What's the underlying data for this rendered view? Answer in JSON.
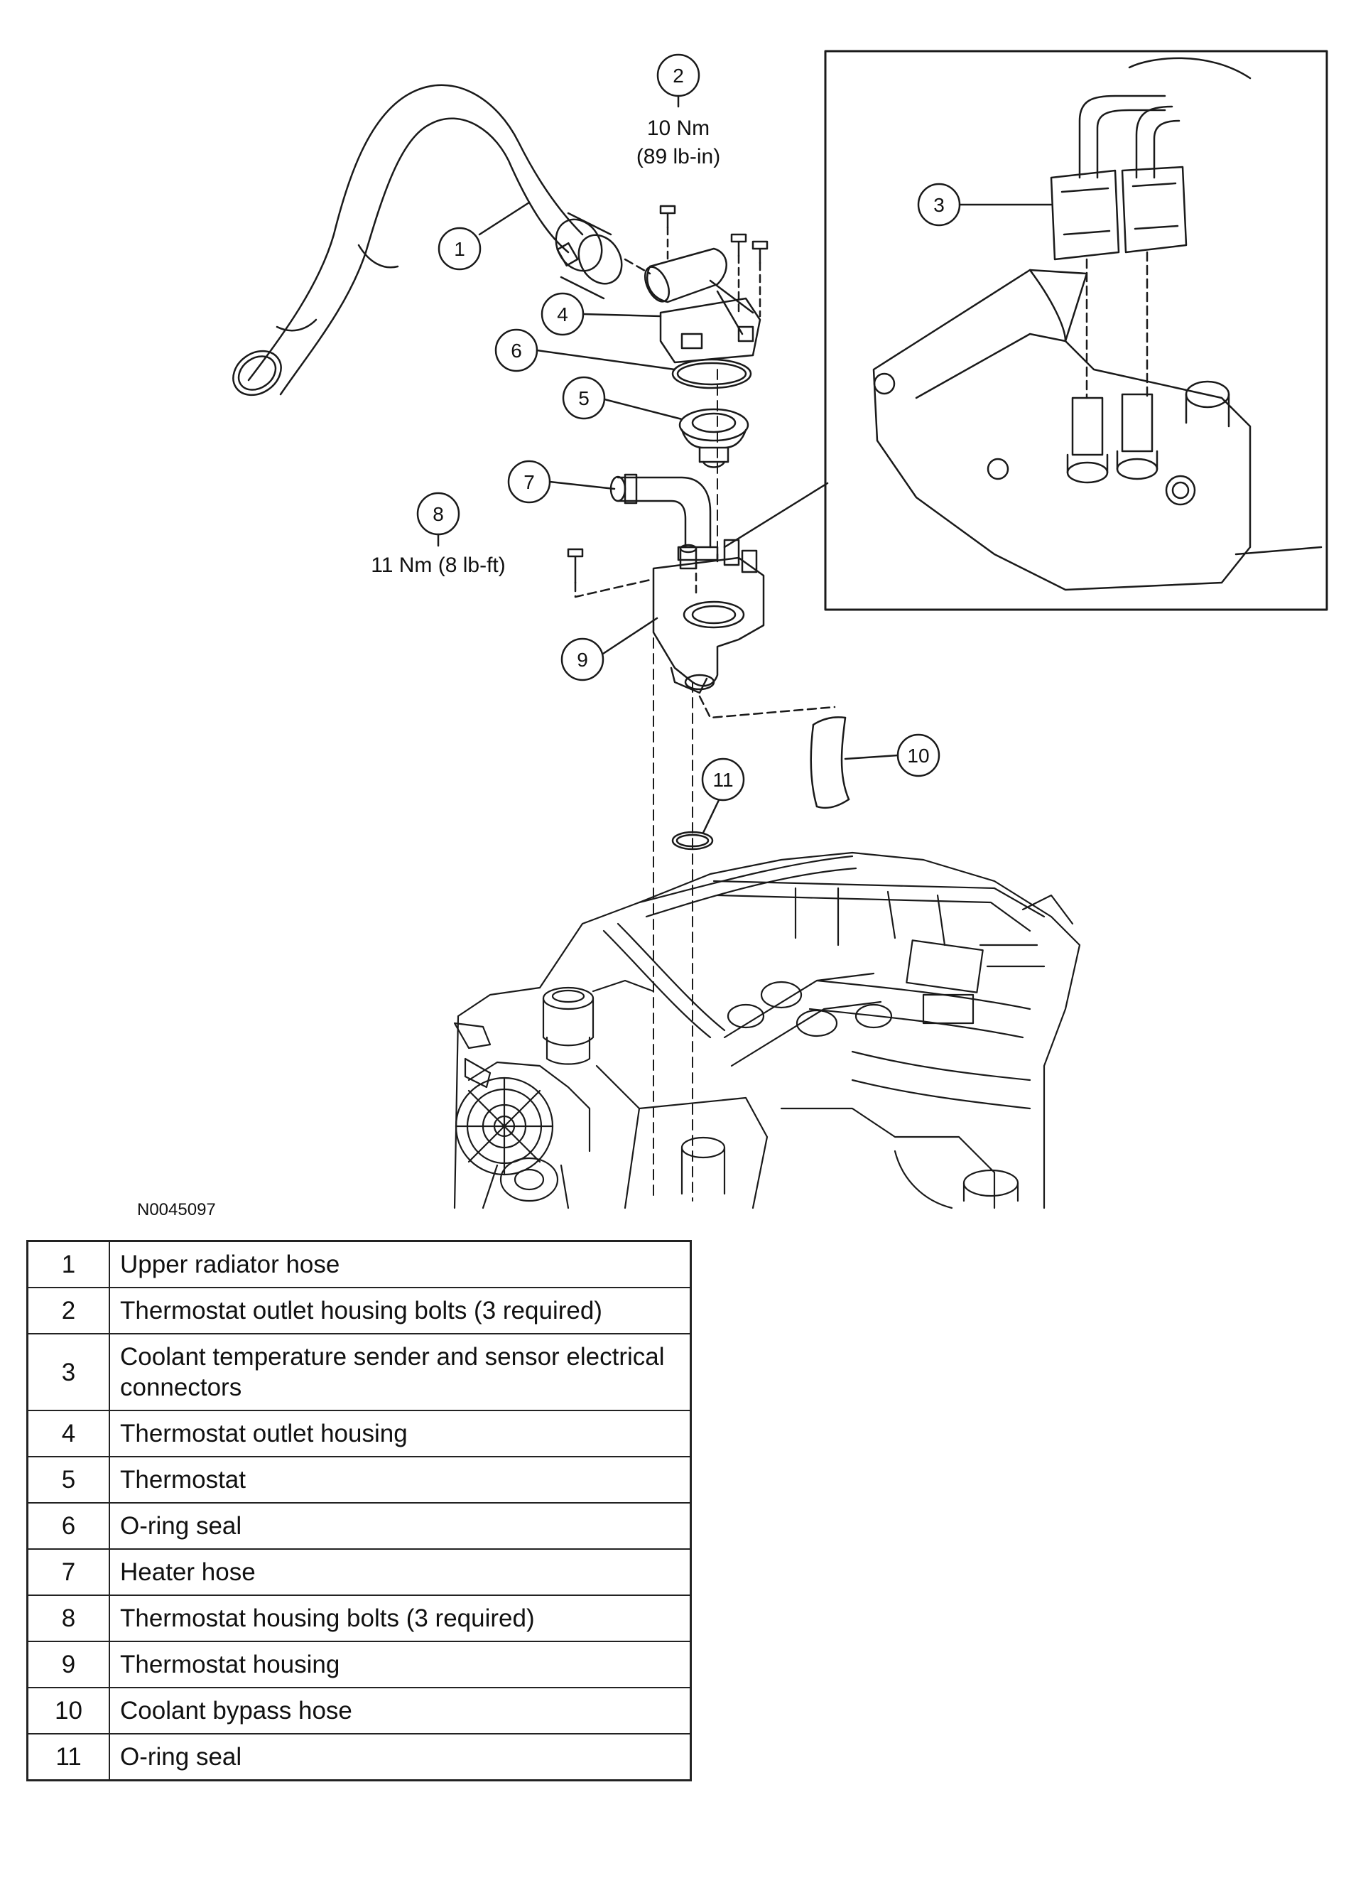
{
  "figure_id": "N0045097",
  "callouts": [
    {
      "number": "1"
    },
    {
      "number": "2",
      "torque_nm": "10 Nm",
      "torque_imperial": "(89 lb-in)"
    },
    {
      "number": "3"
    },
    {
      "number": "4"
    },
    {
      "number": "5"
    },
    {
      "number": "6"
    },
    {
      "number": "7"
    },
    {
      "number": "8",
      "torque_nm": "11 Nm (8 lb-ft)"
    },
    {
      "number": "9"
    },
    {
      "number": "10"
    },
    {
      "number": "11"
    }
  ],
  "legend": [
    {
      "number": "1",
      "description": "Upper radiator hose"
    },
    {
      "number": "2",
      "description": "Thermostat outlet housing bolts (3 required)"
    },
    {
      "number": "3",
      "description": "Coolant temperature sender and sensor electrical connectors"
    },
    {
      "number": "4",
      "description": "Thermostat outlet housing"
    },
    {
      "number": "5",
      "description": "Thermostat"
    },
    {
      "number": "6",
      "description": "O-ring seal"
    },
    {
      "number": "7",
      "description": "Heater hose"
    },
    {
      "number": "8",
      "description": "Thermostat housing bolts (3 required)"
    },
    {
      "number": "9",
      "description": "Thermostat housing"
    },
    {
      "number": "10",
      "description": "Coolant bypass hose"
    },
    {
      "number": "11",
      "description": "O-ring seal"
    }
  ]
}
